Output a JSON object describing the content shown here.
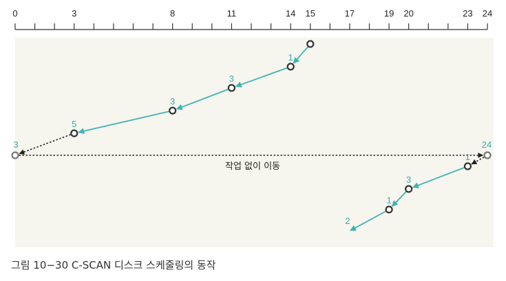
{
  "axis": {
    "min": 0,
    "max": 24,
    "labeled_ticks": [
      0,
      3,
      8,
      11,
      14,
      15,
      17,
      19,
      20,
      23,
      24
    ]
  },
  "points": [
    {
      "track": 15,
      "row": 0,
      "count": ""
    },
    {
      "track": 14,
      "row": 1,
      "count": "1"
    },
    {
      "track": 11,
      "row": 2,
      "count": "3"
    },
    {
      "track": 8,
      "row": 3,
      "count": "3"
    },
    {
      "track": 3,
      "row": 4,
      "count": "5"
    },
    {
      "track": 0,
      "row": 5,
      "count": "3",
      "endpoint": true
    },
    {
      "track": 24,
      "row": 5,
      "count": "24",
      "endpoint": true
    },
    {
      "track": 23,
      "row": 6,
      "count": "1"
    },
    {
      "track": 20,
      "row": 7,
      "count": "3"
    },
    {
      "track": 19,
      "row": 8,
      "count": "1"
    },
    {
      "track": 17,
      "row": 9,
      "count": "2",
      "no_marker": true
    }
  ],
  "moves": [
    {
      "from": 0,
      "to": 1,
      "style": "solid"
    },
    {
      "from": 1,
      "to": 2,
      "style": "solid"
    },
    {
      "from": 2,
      "to": 3,
      "style": "solid"
    },
    {
      "from": 3,
      "to": 4,
      "style": "solid"
    },
    {
      "from": 4,
      "to": 5,
      "style": "dotted"
    },
    {
      "from": 5,
      "to": 6,
      "style": "dotted"
    },
    {
      "from": 6,
      "to": 7,
      "style": "dotted"
    },
    {
      "from": 7,
      "to": 8,
      "style": "solid"
    },
    {
      "from": 8,
      "to": 9,
      "style": "solid"
    },
    {
      "from": 9,
      "to": 10,
      "style": "solid"
    }
  ],
  "move_label": "작업 없이 이동",
  "caption": "그림 10−30  C-SCAN 디스크 스케줄링의 동작",
  "colors": {
    "arrow": "#3fb3b3",
    "count": "#3aaab0",
    "marker": "#333333",
    "endpoint_marker": "#777777",
    "dotted": "#222222",
    "background": "#f6f5ee"
  }
}
